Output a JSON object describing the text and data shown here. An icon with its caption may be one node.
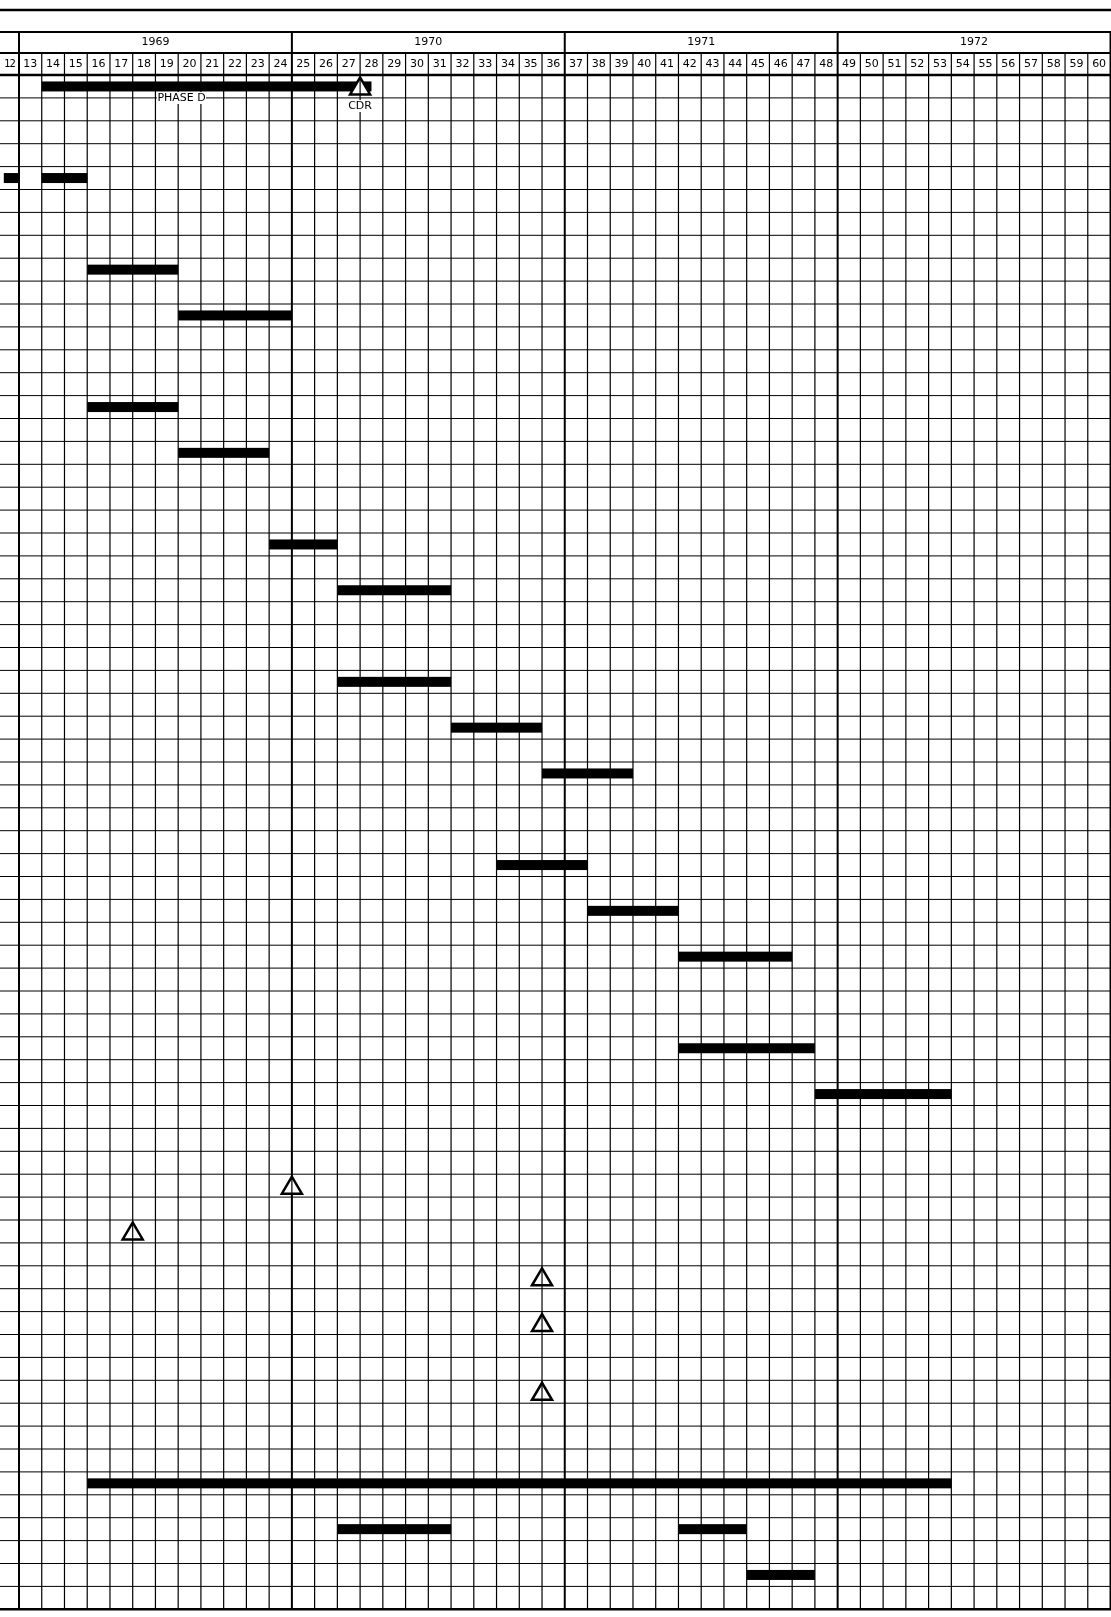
{
  "diagram": {
    "labels": [
      "1969",
      "1970",
      "1971",
      "1972",
      "12",
      "13",
      "14",
      "15",
      "16",
      "17",
      "18",
      "19",
      "20",
      "21",
      "22",
      "23",
      "24",
      "25",
      "26",
      "27",
      "28",
      "29",
      "30",
      "31",
      "32",
      "33",
      "34",
      "35",
      "36",
      "37",
      "38",
      "39",
      "40",
      "41",
      "42",
      "43",
      "44",
      "45",
      "46",
      "47",
      "48",
      "49",
      "50",
      "51",
      "52",
      "53",
      "54",
      "55",
      "56",
      "57",
      "58",
      "59",
      "60",
      "PHASE D",
      "CDR"
    ]
  }
}
